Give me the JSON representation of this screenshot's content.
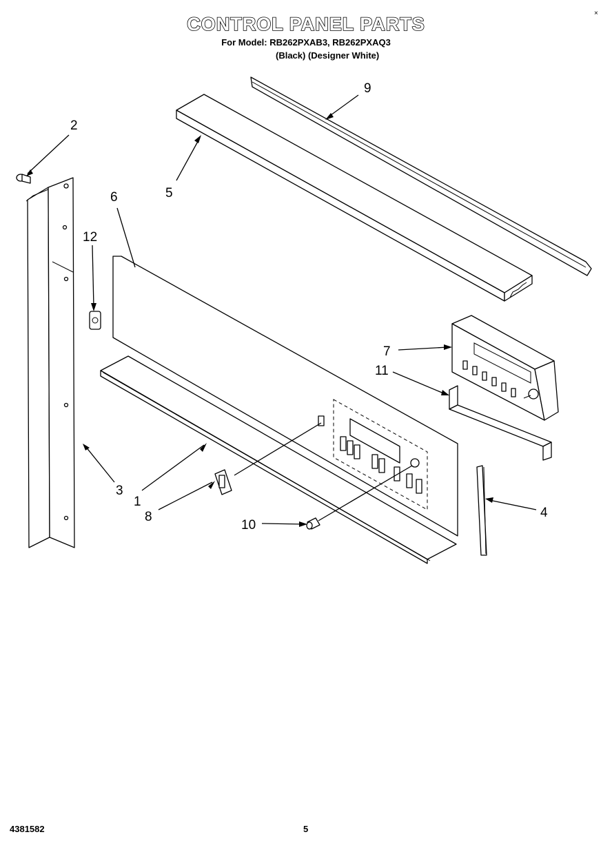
{
  "header": {
    "title": "CONTROL PANEL PARTS",
    "model_line": "For Model: RB262PXAB3, RB262PXAQ3",
    "variant_line": "(Black)  (Designer White)",
    "corner_mark": "×"
  },
  "footer": {
    "doc_number": "4381582",
    "page_number": "5"
  },
  "callouts": {
    "c1": "1",
    "c2": "2",
    "c3": "3",
    "c4": "4",
    "c5": "5",
    "c6": "6",
    "c7": "7",
    "c8": "8",
    "c9": "9",
    "c10": "10",
    "c11": "11",
    "c12": "12"
  }
}
